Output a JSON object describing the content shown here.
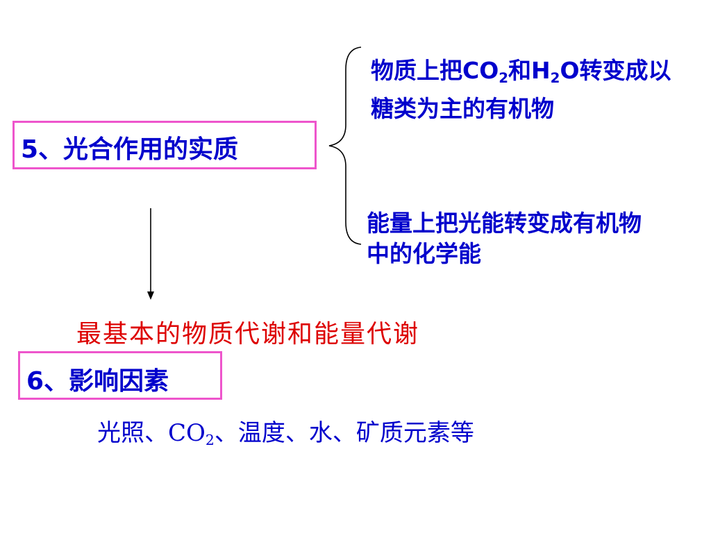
{
  "section5": {
    "heading": "5、光合作用的实质",
    "material": {
      "line1_pre": "物质上把CO",
      "line1_sub1": "2",
      "line1_mid": "和H",
      "line1_sub2": "2",
      "line1_post": "O转变成以",
      "line2": "糖类为主的有机物"
    },
    "energy": {
      "line1": "能量上把光能转变成有机物",
      "line2": "中的化学能"
    },
    "conclusion": "最基本的物质代谢和能量代谢"
  },
  "section6": {
    "heading": "6、影响因素",
    "factors_pre": "光照、CO",
    "factors_sub": "2",
    "factors_post": "、温度、水、矿质元素等"
  },
  "colors": {
    "box_border": "#ee55cc",
    "blue_text": "#0000cc",
    "red_text": "#dd0000"
  }
}
